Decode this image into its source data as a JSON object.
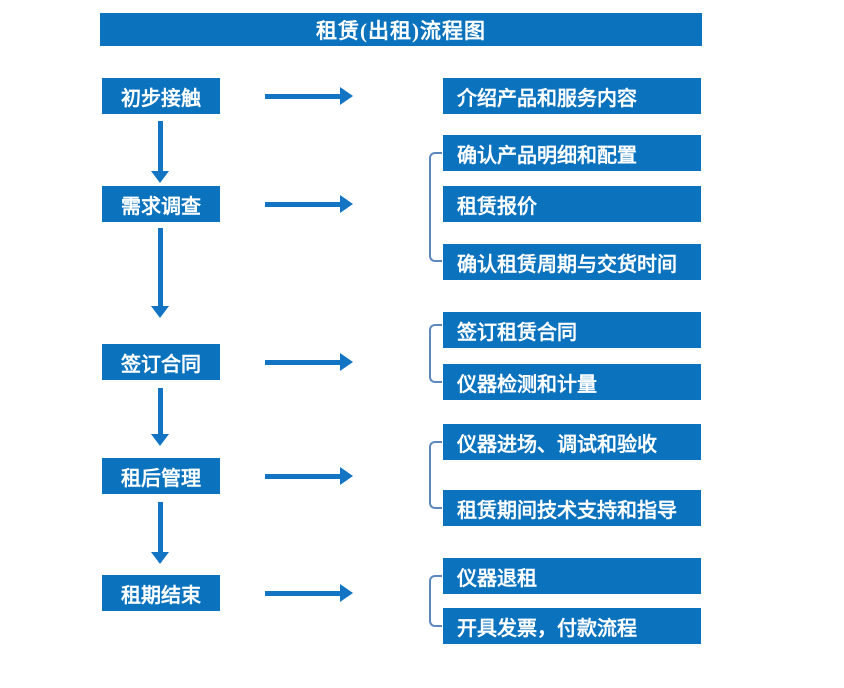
{
  "title": "租赁(出租)流程图",
  "colors": {
    "box_blue": "#0B72BE",
    "arrow_blue": "#1374C4",
    "bracket_blue": "#5C88BE",
    "text_white": "#FFFFFF",
    "background": "#FFFFFF"
  },
  "flow": {
    "stages": [
      {
        "label": "初步接触",
        "outputs": [
          "介绍产品和服务内容"
        ]
      },
      {
        "label": "需求调查",
        "outputs": [
          "确认产品明细和配置",
          "租赁报价",
          "确认租赁周期与交货时间"
        ]
      },
      {
        "label": "签订合同",
        "outputs": [
          "签订租赁合同",
          "仪器检测和计量"
        ]
      },
      {
        "label": "租后管理",
        "outputs": [
          "仪器进场、调试和验收",
          "租赁期间技术支持和指导"
        ]
      },
      {
        "label": "租期结束",
        "outputs": [
          "仪器退租",
          "开具发票，付款流程"
        ]
      }
    ]
  }
}
